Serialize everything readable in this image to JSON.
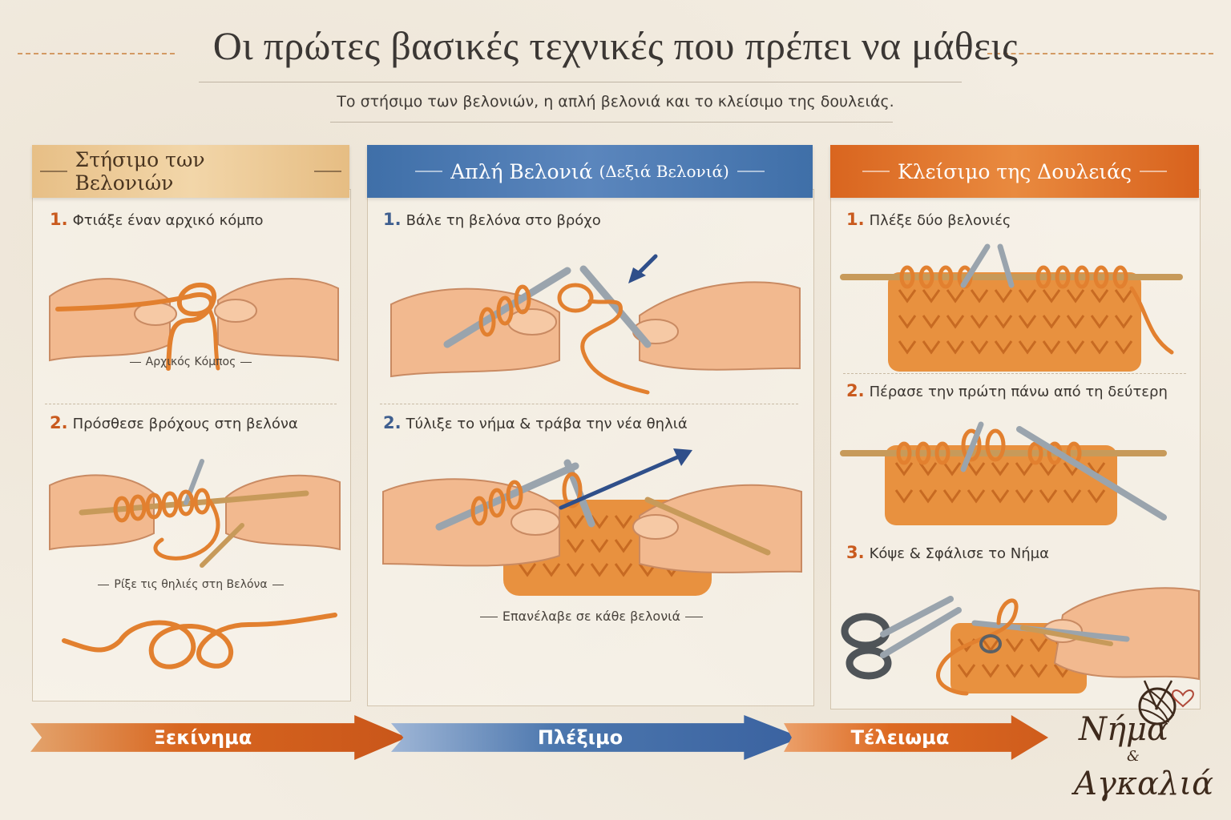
{
  "header": {
    "title": "Οι πρώτες βασικές τεχνικές που πρέπει να μάθεις",
    "subtitle": "Το στήσιμο των βελονιών, η απλή βελονιά και το κλείσιμο της δουλειάς."
  },
  "sections": [
    {
      "title": "Στήσιμο των Βελονιών",
      "steps": [
        {
          "num": "1.",
          "text": "Φτιάξε έναν αρχικό κόμπο",
          "caption": "Αρχικός Κόμπος"
        },
        {
          "num": "2.",
          "text": "Πρόσθεσε βρόχους στη βελόνα",
          "caption": "Ρίξε τις θηλιές στη Βελόνα"
        }
      ]
    },
    {
      "title": "Απλή Βελονιά",
      "title_sub": "(Δεξιά Βελονιά)",
      "steps": [
        {
          "num": "1.",
          "text": "Βάλε τη βελόνα στο βρόχο"
        },
        {
          "num": "2.",
          "text": "Τύλιξε το νήμα & τράβα την νέα θηλιά",
          "caption": "Επανέλαβε σε κάθε βελονιά"
        }
      ]
    },
    {
      "title": "Κλείσιμο της Δουλειάς",
      "steps": [
        {
          "num": "1.",
          "text": "Πλέξε δύο βελονιές"
        },
        {
          "num": "2.",
          "text": "Πέρασε την πρώτη πάνω από τη δεύτερη"
        },
        {
          "num": "3.",
          "text": "Κόψε & Σφάλισε το Νήμα"
        }
      ]
    }
  ],
  "flow": [
    "Ξεκίνημα",
    "Πλέξιμο",
    "Τέλειωμα"
  ],
  "logo": {
    "line1": "Νήμα",
    "amp": "&",
    "line2": "Αγκαλιά"
  },
  "colors": {
    "yarn": "#e2802f",
    "needle_steel": "#9aa4ad",
    "needle_wood": "#c79a5a",
    "skin": "#f2b98f",
    "accent_orange": "#d8661f",
    "accent_blue": "#3f6fa8",
    "accent_beige": "#eccb97"
  }
}
